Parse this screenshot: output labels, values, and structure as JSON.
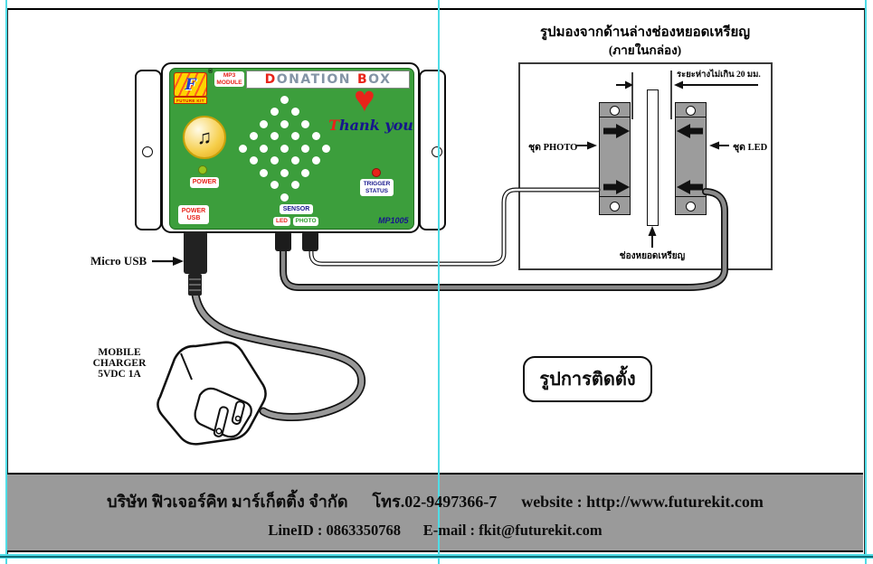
{
  "colors": {
    "accent_red": "#e8231a",
    "navy": "#16168c",
    "panel_green": "#3c9e3c",
    "photo_green": "#2f9e2f",
    "crop_cyan": "#4fdce6",
    "footer_gray": "#9a9a9a"
  },
  "device": {
    "logo": {
      "letter": "F",
      "brand": "FUTURE KIT",
      "registered": "®"
    },
    "module": {
      "line1": "MP3",
      "line2": "MODULE"
    },
    "title": {
      "d": "D",
      "onation": "ONATION",
      "b": "B",
      "ox": "OX"
    },
    "heart_icon": "♥",
    "thanks": {
      "t": "T",
      "hank": "hank",
      "you": " you"
    },
    "music_icon": "♫",
    "speaker": {
      "rows": [
        1,
        2,
        3,
        4,
        5,
        4,
        3,
        2,
        1
      ]
    },
    "labels": {
      "power": "POWER",
      "trigger_line1": "TRIGGER",
      "trigger_line2": "STATUS",
      "power_usb_line1": "POWER",
      "power_usb_line2": "USB",
      "sensor": "SENSOR",
      "led": "LED",
      "photo": "PHOTO",
      "model": "MP1005"
    }
  },
  "annotations": {
    "micro_usb": "Micro USB",
    "charger_line1": "MOBILE",
    "charger_line2": "CHARGER",
    "charger_line3": "5VDC 1A",
    "install_caption": "รูปการติดตั้ง"
  },
  "diagram": {
    "title_line1": "รูปมองจากด้านล่างช่องหยอดเหรียญ",
    "title_line2": "(ภายในกล่อง)",
    "gap_note": "ระยะห่างไม่เกิน 20 มม.",
    "photo_unit": "ชุด PHOTO",
    "led_unit": "ชุด LED",
    "coin_slot": "ช่องหยอดเหรียญ"
  },
  "footer": {
    "line1": "บริษัท ฟิวเจอร์คิท มาร์เก็ตติ้ง จำกัด      โทร.02-9497366-7      website : http://www.futurekit.com",
    "line2": "LineID : 0863350768      E-mail : fkit@futurekit.com"
  }
}
